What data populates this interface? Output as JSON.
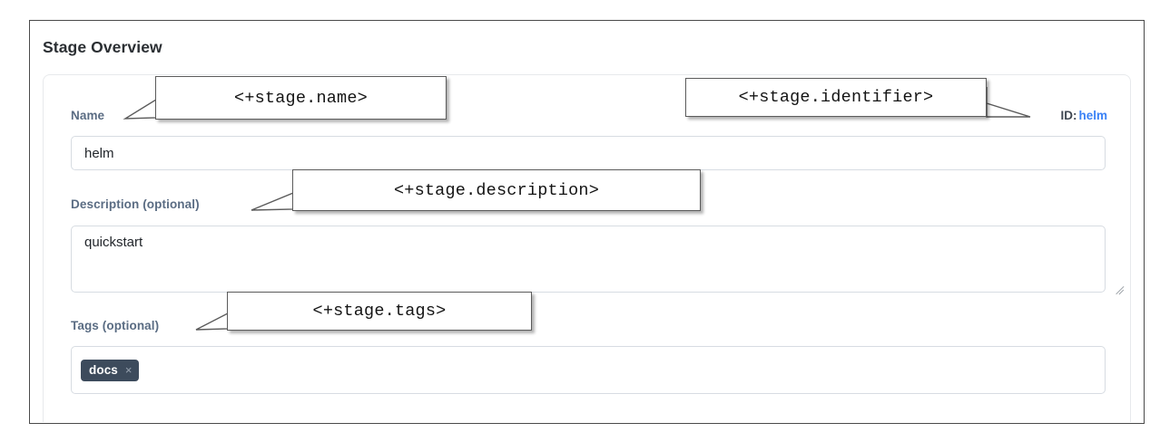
{
  "section": {
    "title": "Stage Overview"
  },
  "form": {
    "name": {
      "label": "Name",
      "value": "helm",
      "placeholder": ""
    },
    "identifier": {
      "prefix": "ID:",
      "value": "helm"
    },
    "description": {
      "label": "Description (optional)",
      "value": "quickstart",
      "placeholder": ""
    },
    "tags": {
      "label": "Tags (optional)",
      "chips": [
        {
          "label": "docs",
          "remove_glyph": "×"
        }
      ]
    }
  },
  "callouts": [
    {
      "id": "name",
      "text": "<+stage.name>"
    },
    {
      "id": "identifier",
      "text": "<+stage.identifier>"
    },
    {
      "id": "description",
      "text": "<+stage.description>"
    },
    {
      "id": "tags",
      "text": "<+stage.tags>"
    }
  ],
  "colors": {
    "label": "#5a6c83",
    "link": "#3b82f6",
    "chip_bg": "#3d4b5c",
    "input_border": "#d7dce2",
    "frame_border": "#4a4a4a",
    "callout_border": "#5b5b5b"
  }
}
